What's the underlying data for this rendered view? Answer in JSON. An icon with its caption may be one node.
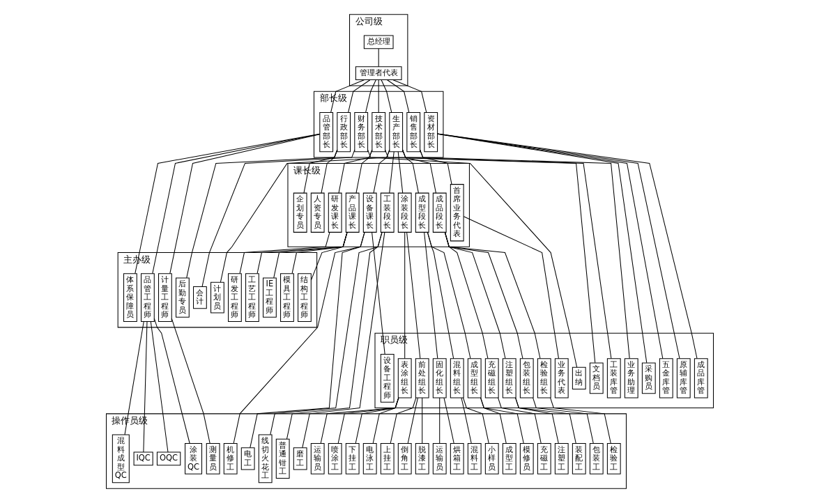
{
  "diagram": {
    "nodes": [
      {
        "text": [
          "公司级"
        ]
      },
      {
        "text": [
          "总经理"
        ],
        "in": 0
      },
      {
        "text": [
          "管理者代表"
        ],
        "in": 0
      },
      {
        "text": [
          "部长级"
        ]
      },
      {
        "text": [
          "销售部长"
        ],
        "in": 3
      },
      {
        "text": [
          "技术部长"
        ],
        "in": 3
      },
      {
        "text": [
          "品管部长"
        ],
        "in": 3
      },
      {
        "text": [
          "生产部长"
        ],
        "in": 3
      },
      {
        "text": [
          "资材部长"
        ],
        "in": 3
      },
      {
        "text": [
          "行政部长"
        ],
        "in": 3
      },
      {
        "text": [
          "财务部长"
        ],
        "in": 3
      },
      {
        "text": [
          "课长级"
        ]
      },
      {
        "text": [
          "首席业务代表"
        ],
        "in": 11
      },
      {
        "text": [
          "产品课长"
        ],
        "in": 11
      },
      {
        "text": [
          "研发课长"
        ],
        "in": 11
      },
      {
        "text": [
          "设备课长"
        ],
        "in": 11
      },
      {
        "text": [
          "成型段长"
        ],
        "in": 11
      },
      {
        "text": [
          "涂装段长"
        ],
        "in": 11
      },
      {
        "text": [
          "成品段长"
        ],
        "in": 11
      },
      {
        "text": [
          "工装段长"
        ],
        "in": 11
      },
      {
        "text": [
          "人资专员"
        ],
        "in": 11
      },
      {
        "text": [
          "企划专员"
        ],
        "in": 11
      },
      {
        "text": [
          "主办级"
        ]
      },
      {
        "text": [
          "工艺工程师"
        ],
        "in": 22
      },
      {
        "text": [
          "结构工程师"
        ],
        "in": 22
      },
      {
        "text": [
          "模具工程师"
        ],
        "in": 22
      },
      {
        "text": [
          "IE工程师"
        ],
        "in": 22
      },
      {
        "text": [
          "研发工程师"
        ],
        "in": 22
      },
      {
        "text": [
          "体系保障员"
        ],
        "in": 22
      },
      {
        "text": [
          "品管工程师"
        ],
        "in": 22
      },
      {
        "text": [
          "计量工程师"
        ],
        "in": 22
      },
      {
        "text": [
          "计划员"
        ],
        "in": 22
      },
      {
        "text": [
          "后勤专员"
        ],
        "in": 22
      },
      {
        "text": [
          "会计"
        ],
        "in": 22
      },
      {
        "text": [
          "职员级"
        ]
      },
      {
        "text": [
          "业务助理"
        ],
        "in": 34
      },
      {
        "text": [
          "业务代表"
        ],
        "in": 34
      },
      {
        "text": [
          "文档员"
        ],
        "in": 34
      },
      {
        "text": [
          "设备工程师"
        ],
        "in": 34
      },
      {
        "text": [
          "混料组长"
        ],
        "in": 34
      },
      {
        "text": [
          "成型组长"
        ],
        "in": 34
      },
      {
        "text": [
          "固化组长"
        ],
        "in": 34
      },
      {
        "text": [
          "前处组长"
        ],
        "in": 34
      },
      {
        "text": [
          "表涂组长"
        ],
        "in": 34
      },
      {
        "text": [
          "检验组长"
        ],
        "in": 34
      },
      {
        "text": [
          "充磁组长"
        ],
        "in": 34
      },
      {
        "text": [
          "注塑组长"
        ],
        "in": 34
      },
      {
        "text": [
          "包装组长"
        ],
        "in": 34
      },
      {
        "text": [
          "工装库管"
        ],
        "in": 34
      },
      {
        "text": [
          "采购员"
        ],
        "in": 34
      },
      {
        "text": [
          "五金库管"
        ],
        "in": 34
      },
      {
        "text": [
          "原辅库管"
        ],
        "in": 34
      },
      {
        "text": [
          "成品库管"
        ],
        "in": 34
      },
      {
        "text": [
          "出纳"
        ],
        "in": 34
      },
      {
        "text": [
          "操作员级"
        ]
      },
      {
        "text": [
          "IQC"
        ],
        "in": 54
      },
      {
        "text": [
          "OQC"
        ],
        "in": 54
      },
      {
        "text": [
          "混料成型QC"
        ],
        "in": 54
      },
      {
        "text": [
          "涂装QC"
        ],
        "in": 54
      },
      {
        "text": [
          "测量员"
        ],
        "in": 54
      },
      {
        "text": [
          "机修工"
        ],
        "in": 54
      },
      {
        "text": [
          "电工"
        ],
        "in": 54
      },
      {
        "text": [
          "小样员"
        ],
        "in": 54
      },
      {
        "text": [
          "混料工"
        ],
        "in": 54
      },
      {
        "text": [
          "模修员"
        ],
        "in": 54
      },
      {
        "text": [
          "成型工"
        ],
        "in": 54
      },
      {
        "text": [
          "烘箱工"
        ],
        "in": 54
      },
      {
        "text": [
          "运输员"
        ],
        "in": 54
      },
      {
        "text": [
          "脱漆工"
        ],
        "in": 54
      },
      {
        "text": [
          "倒角工"
        ],
        "in": 54
      },
      {
        "text": [
          "上挂工"
        ],
        "in": 54
      },
      {
        "text": [
          "电泳工"
        ],
        "in": 54
      },
      {
        "text": [
          "下挂工"
        ],
        "in": 54
      },
      {
        "text": [
          "喷涂工"
        ],
        "in": 54
      },
      {
        "text": [
          "运输员"
        ],
        "in": 54
      },
      {
        "text": [
          "检验工"
        ],
        "in": 54
      },
      {
        "text": [
          "充磁工"
        ],
        "in": 54
      },
      {
        "text": [
          "注塑工"
        ],
        "in": 54
      },
      {
        "text": [
          "装配工"
        ],
        "in": 54
      },
      {
        "text": [
          "包装工"
        ],
        "in": 54
      },
      {
        "text": [
          "磨工"
        ],
        "in": 54
      },
      {
        "text": [
          "线切火花工"
        ],
        "in": 54
      },
      {
        "text": [
          "普通钳工"
        ],
        "in": 54
      }
    ],
    "edges": [
      {
        "from": 1,
        "to": 2,
        "arrow": "none"
      },
      {
        "from": 2,
        "to": 4,
        "arrow": "none"
      },
      {
        "from": 2,
        "to": 5,
        "arrow": "none"
      },
      {
        "from": 2,
        "to": 6,
        "arrow": "none"
      },
      {
        "from": 2,
        "to": 7,
        "arrow": "none"
      },
      {
        "from": 2,
        "to": 8,
        "arrow": "none"
      },
      {
        "from": 2,
        "to": 9,
        "arrow": "none"
      },
      {
        "from": 2,
        "to": 10,
        "arrow": "none"
      },
      {
        "from": 4,
        "to": 35,
        "arrow": "none"
      },
      {
        "from": 4,
        "to": 12,
        "arrow": "none"
      },
      {
        "from": 12,
        "to": 36,
        "arrow": "none"
      },
      {
        "from": 5,
        "to": 37,
        "arrow": "none"
      },
      {
        "from": 5,
        "to": 13,
        "arrow": "none"
      },
      {
        "from": 5,
        "to": 14,
        "arrow": "none"
      },
      {
        "from": 6,
        "to": 28,
        "arrow": "none"
      },
      {
        "from": 6,
        "to": 29,
        "arrow": "none"
      },
      {
        "from": 6,
        "to": 30,
        "arrow": "none"
      },
      {
        "from": 7,
        "to": 15,
        "arrow": "none"
      },
      {
        "from": 7,
        "to": 16,
        "arrow": "none"
      },
      {
        "from": 7,
        "to": 17,
        "arrow": "none"
      },
      {
        "from": 7,
        "to": 18,
        "arrow": "none"
      },
      {
        "from": 7,
        "to": 31,
        "arrow": "none"
      },
      {
        "from": 7,
        "to": 48,
        "arrow": "none"
      },
      {
        "from": 7,
        "to": 19,
        "arrow": "none"
      },
      {
        "from": 8,
        "to": 49,
        "arrow": "none"
      },
      {
        "from": 8,
        "to": 50,
        "arrow": "none"
      },
      {
        "from": 8,
        "to": 51,
        "arrow": "none"
      },
      {
        "from": 8,
        "to": 52,
        "arrow": "none"
      },
      {
        "from": 9,
        "to": 32,
        "arrow": "none"
      },
      {
        "from": 9,
        "to": 20,
        "arrow": "none"
      },
      {
        "from": 9,
        "to": 21,
        "arrow": "none"
      },
      {
        "from": 10,
        "to": 33,
        "arrow": "none"
      },
      {
        "from": 10,
        "to": 53,
        "arrow": "none"
      },
      {
        "from": 13,
        "to": 23,
        "arrow": "none"
      },
      {
        "from": 13,
        "to": 24,
        "arrow": "none"
      },
      {
        "from": 13,
        "to": 25,
        "arrow": "none"
      },
      {
        "from": 13,
        "to": 26,
        "arrow": "none"
      },
      {
        "from": 14,
        "to": 27,
        "arrow": "none"
      },
      {
        "from": 29,
        "to": 55,
        "arrow": "none"
      },
      {
        "from": 29,
        "to": 56,
        "arrow": "none"
      },
      {
        "from": 29,
        "to": 57,
        "arrow": "none"
      },
      {
        "from": 29,
        "to": 58,
        "arrow": "none"
      },
      {
        "from": 30,
        "to": 59,
        "arrow": "none"
      },
      {
        "from": 15,
        "to": 38,
        "arrow": "none"
      },
      {
        "from": 15,
        "to": 60,
        "arrow": "none"
      },
      {
        "from": 15,
        "to": 61,
        "arrow": "none"
      },
      {
        "from": 16,
        "to": 39,
        "arrow": "none"
      },
      {
        "from": 16,
        "to": 40,
        "arrow": "none"
      },
      {
        "from": 16,
        "to": 41,
        "arrow": "none"
      },
      {
        "from": 17,
        "to": 42,
        "arrow": "none"
      },
      {
        "from": 17,
        "to": 43,
        "arrow": "none"
      },
      {
        "from": 18,
        "to": 44,
        "arrow": "none"
      },
      {
        "from": 18,
        "to": 45,
        "arrow": "none"
      },
      {
        "from": 18,
        "to": 46,
        "arrow": "none"
      },
      {
        "from": 18,
        "to": 47,
        "arrow": "none"
      },
      {
        "from": 19,
        "to": 80,
        "arrow": "none"
      },
      {
        "from": 19,
        "to": 81,
        "arrow": "none"
      },
      {
        "from": 19,
        "to": 82,
        "arrow": "none"
      },
      {
        "from": 39,
        "to": 62,
        "arrow": "none"
      },
      {
        "from": 39,
        "to": 63,
        "arrow": "none"
      },
      {
        "from": 40,
        "to": 64,
        "arrow": "none"
      },
      {
        "from": 40,
        "to": 65,
        "arrow": "none"
      },
      {
        "from": 41,
        "to": 66,
        "arrow": "none"
      },
      {
        "from": 41,
        "to": 67,
        "arrow": "none"
      },
      {
        "from": 42,
        "to": 68,
        "arrow": "none"
      },
      {
        "from": 42,
        "to": 69,
        "arrow": "none"
      },
      {
        "from": 42,
        "to": 70,
        "arrow": "none"
      },
      {
        "from": 43,
        "to": 71,
        "arrow": "none"
      },
      {
        "from": 43,
        "to": 72,
        "arrow": "none"
      },
      {
        "from": 43,
        "to": 73,
        "arrow": "none"
      },
      {
        "from": 43,
        "to": 74,
        "arrow": "none"
      },
      {
        "from": 44,
        "to": 75,
        "arrow": "none"
      },
      {
        "from": 45,
        "to": 76,
        "arrow": "none"
      },
      {
        "from": 46,
        "to": 77,
        "arrow": "none"
      },
      {
        "from": 46,
        "to": 78,
        "arrow": "none"
      },
      {
        "from": 47,
        "to": 79,
        "arrow": "none"
      }
    ]
  }
}
